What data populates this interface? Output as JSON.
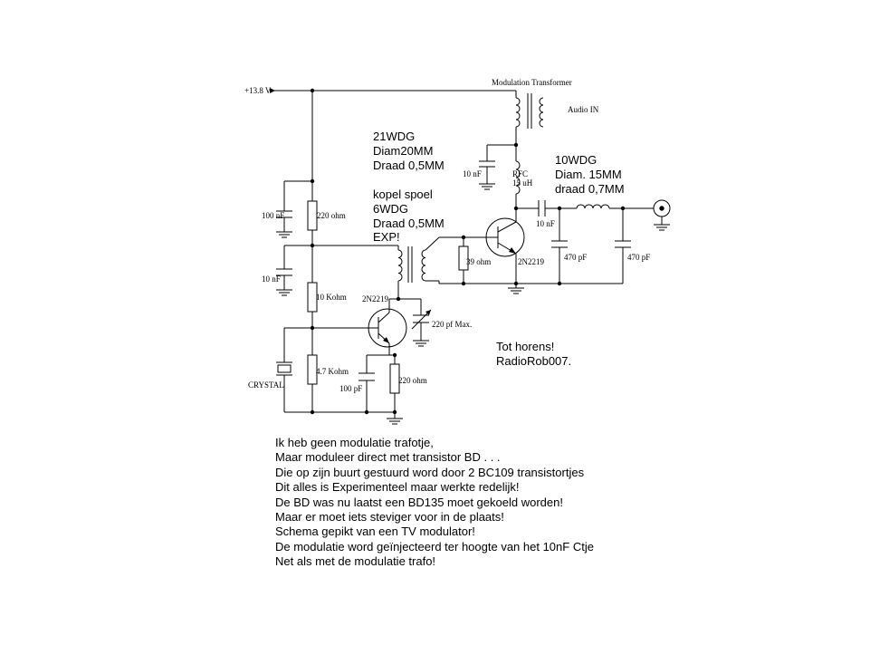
{
  "supply": "+13.8 V",
  "labels": {
    "mod_transformer": "Modulation Transformer",
    "audio_in": "Audio IN",
    "c_10nf_top": "10 nF",
    "rfc": "RFC",
    "rfc_value": "15 uH",
    "c_100nf": "100 nF",
    "r_220_top": "220 ohm",
    "c_10nf_left": "10 nF",
    "r_10k": "10 Kohm",
    "q1": "2N2219",
    "q2": "2N2219",
    "c_trim": "220 pf Max.",
    "r_39": "39 ohm",
    "c_couple": "10 nF",
    "c_470_a": "470 pF",
    "c_470_b": "470 pF",
    "r_4k7": "4.7 Kohm",
    "crystal": "CRYSTAL",
    "c_100pf": "100 pF",
    "r_220_bottom": "220 ohm"
  },
  "coil1": [
    "21WDG",
    "Diam20MM",
    "Draad 0,5MM"
  ],
  "coil2": [
    "kopel spoel",
    "6WDG",
    "Draad 0,5MM",
    "EXP!"
  ],
  "coil3": [
    "10WDG",
    "Diam. 15MM",
    "draad 0,7MM"
  ],
  "greeting": [
    "Tot horens!",
    "RadioRob007."
  ],
  "notes": [
    "Ik heb geen modulatie trafotje,",
    "Maar moduleer direct met transistor BD . . .",
    "Die op zijn buurt gestuurd word door 2 BC109 transistortjes",
    "Dit alles is Experimenteel maar werkte redelijk!",
    "De BD was nu laatst een BD135 moet gekoeld worden!",
    "Maar er moet iets steviger voor in de plaats!",
    "Schema gepikt van een TV modulator!",
    "De modulatie word geïnjecteerd ter hoogte van het 10nF Ctje",
    "Net als met de modulatie trafo!"
  ]
}
